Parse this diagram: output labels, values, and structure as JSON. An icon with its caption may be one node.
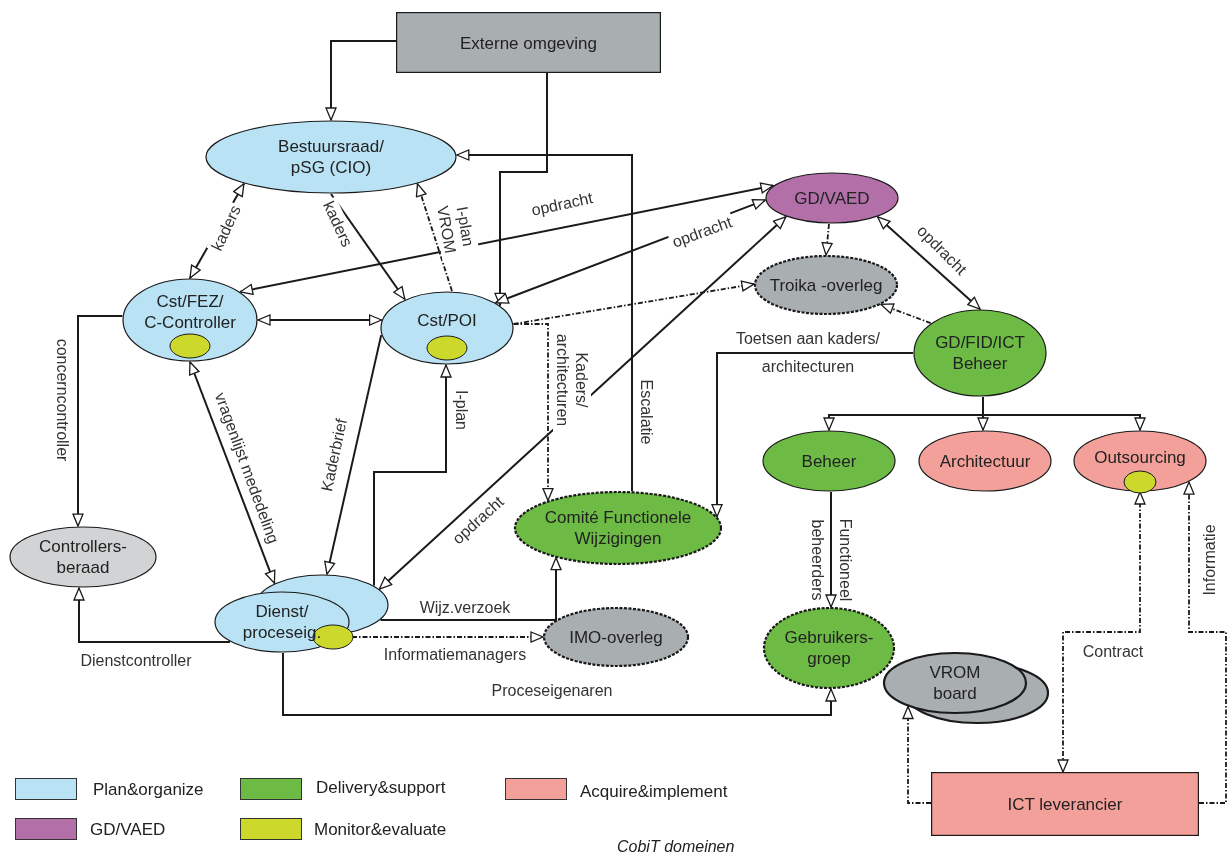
{
  "diagram": {
    "caption": "CobiT domeinen",
    "nodes": [
      {
        "text": [
          "Externe omgeving"
        ]
      },
      {
        "text": [
          "Bestuursraad/ pSG (CIO)"
        ]
      },
      {
        "text": [
          "GD/VAED"
        ]
      },
      {
        "text": [
          "Cst/FEZ/ C-Controller"
        ]
      },
      {
        "text": [
          "Cst/POI"
        ]
      },
      {
        "text": [
          "Troika -overleg"
        ]
      },
      {
        "text": [
          "GD/FID/ICT Beheer"
        ]
      },
      {
        "text": [
          "Beheer"
        ]
      },
      {
        "text": [
          "Architectuur"
        ]
      },
      {
        "text": [
          "Outsourcing"
        ]
      },
      {
        "text": [
          "Controllers-beraad"
        ]
      },
      {
        "text": [
          "Comité Functionele Wijzigingen"
        ]
      },
      {
        "text": [
          "Dienst/ proceseig."
        ]
      },
      {
        "text": [
          "IMO-overleg"
        ]
      },
      {
        "text": [
          "Gebruikers-groep"
        ]
      },
      {
        "text": [
          "VROM board"
        ]
      },
      {
        "text": [
          "ICT leverancier"
        ]
      }
    ],
    "edges": [
      {
        "from": 0,
        "to": 1,
        "arrow": "to"
      },
      {
        "from": 0,
        "to": 4,
        "arrow": "to"
      },
      {
        "from": 1,
        "to": 3,
        "arrow": "both",
        "label": "kaders"
      },
      {
        "from": 1,
        "to": 4,
        "arrow": "to",
        "label": "kaders"
      },
      {
        "from": 4,
        "to": 1,
        "arrow": "to",
        "label": "I-plan VROM",
        "style": "dashed"
      },
      {
        "from": 3,
        "to": 4,
        "arrow": "both"
      },
      {
        "from": 2,
        "to": 3,
        "arrow": "both",
        "label": "opdracht"
      },
      {
        "from": 4,
        "to": 2,
        "arrow": "both",
        "label": "opdracht"
      },
      {
        "from": 4,
        "to": 5,
        "arrow": "to",
        "style": "dashed"
      },
      {
        "from": 4,
        "to": 11,
        "arrow": "to",
        "label": "Kaders/ architecturen",
        "style": "dashed"
      },
      {
        "from": 11,
        "to": 1,
        "arrow": "to",
        "label": "Escalatie"
      },
      {
        "from": 2,
        "to": 5,
        "arrow": "to",
        "style": "dashed"
      },
      {
        "from": 2,
        "to": 6,
        "arrow": "both",
        "label": "opdracht"
      },
      {
        "from": 6,
        "to": 5,
        "arrow": "to",
        "style": "dashed"
      },
      {
        "from": 6,
        "to": 11,
        "arrow": "to",
        "label": "Toetsen aan kaders/ architecturen"
      },
      {
        "from": 6,
        "to": 7,
        "arrow": "to"
      },
      {
        "from": 6,
        "to": 8,
        "arrow": "to"
      },
      {
        "from": 6,
        "to": 9,
        "arrow": "to"
      },
      {
        "from": 12,
        "to": 2,
        "arrow": "both",
        "label": "opdracht"
      },
      {
        "from": 3,
        "to": 12,
        "arrow": "both",
        "label": "vragenlijst mededeling"
      },
      {
        "from": 4,
        "to": 12,
        "arrow": "to",
        "label": "Kaderbrief"
      },
      {
        "from": 12,
        "to": 4,
        "arrow": "to",
        "label": "I-plan"
      },
      {
        "from": 3,
        "to": 10,
        "arrow": "to",
        "label": "concerncontroller"
      },
      {
        "from": 12,
        "to": 10,
        "arrow": "to",
        "label": "Dienstcontroller"
      },
      {
        "from": 12,
        "to": 11,
        "arrow": "to",
        "label": "Wijz.verzoek"
      },
      {
        "from": 12,
        "to": 13,
        "arrow": "to",
        "label": "Informatiemanagers",
        "style": "dashed"
      },
      {
        "from": 12,
        "to": 14,
        "arrow": "to",
        "label": "Proceseigenaren"
      },
      {
        "from": 7,
        "to": 14,
        "arrow": "to",
        "label": "Functioneel beheerders"
      },
      {
        "from": 16,
        "to": 15,
        "arrow": "to",
        "style": "dashed"
      },
      {
        "from": 9,
        "to": 16,
        "arrow": "both",
        "label": "Contract",
        "style": "dashed"
      },
      {
        "from": 16,
        "to": 9,
        "arrow": "to",
        "label": "Informatie",
        "style": "dashed"
      }
    ],
    "legend": [
      {
        "text": "Plan&organize",
        "color": "#b9e2f5"
      },
      {
        "text": "Delivery&support",
        "color": "#6dbb45"
      },
      {
        "text": "Acquire&implement",
        "color": "#f4a09a"
      },
      {
        "text": "GD/VAED",
        "color": "#b26fa8"
      },
      {
        "text": "Monitor&evaluate",
        "color": "#cdd82c"
      }
    ]
  }
}
